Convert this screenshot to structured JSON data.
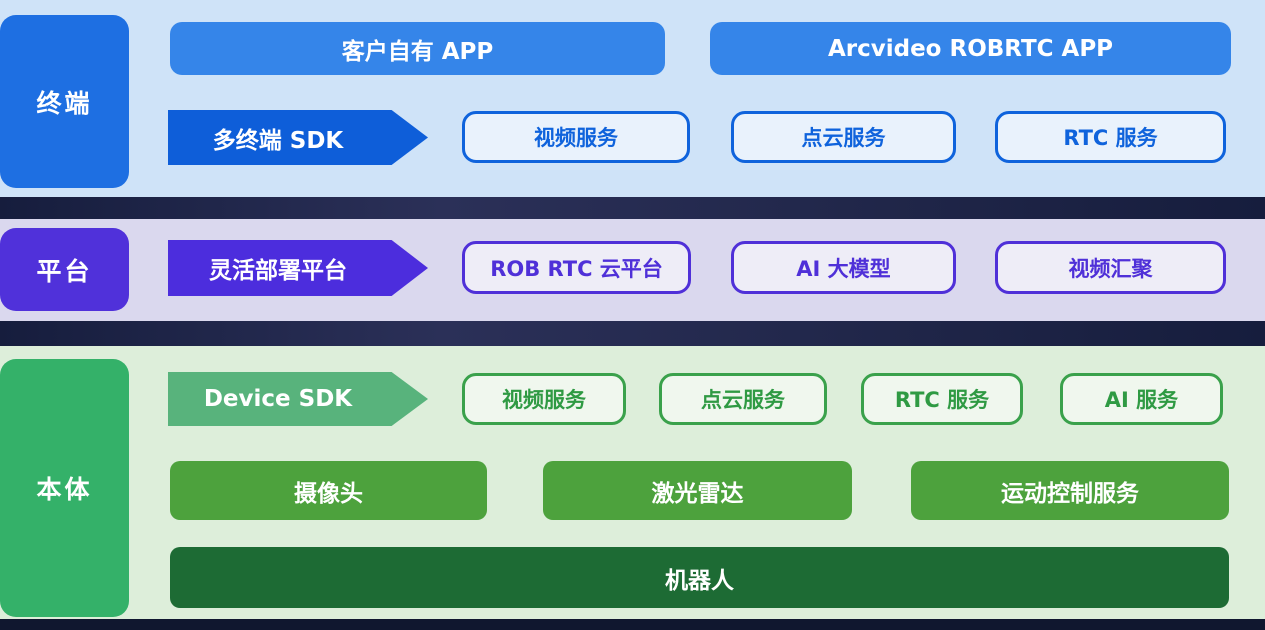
{
  "diagram": {
    "terminal": {
      "label": "终端",
      "apps": [
        "客户自有 APP",
        "Arcvideo ROBRTC APP"
      ],
      "sdk": "多终端 SDK",
      "services": [
        "视频服务",
        "点云服务",
        "RTC 服务"
      ]
    },
    "platform": {
      "label": "平台",
      "sdk": "灵活部署平台",
      "services": [
        "ROB RTC 云平台",
        "AI 大模型",
        "视频汇聚"
      ]
    },
    "device": {
      "label": "本体",
      "sdk": "Device SDK",
      "services": [
        "视频服务",
        "点云服务",
        "RTC 服务",
        "AI 服务"
      ],
      "hardware": [
        "摄像头",
        "激光雷达",
        "运动控制服务"
      ],
      "robot": "机器人"
    },
    "colors": {
      "terminal_accent": "#0f63dc",
      "terminal_label_bg": "#1e6fe2",
      "terminal_app_bg": "#3585e9",
      "terminal_band_bg": "#cfe3f8",
      "platform_accent": "#4f30d8",
      "platform_label_bg": "#5031da",
      "platform_band_bg": "#dad8ee",
      "device_accent": "#3aa14b",
      "device_label_bg": "#34b169",
      "device_sdk_bg": "#58b37c",
      "device_hardware_bg": "#4da23d",
      "device_band_bg": "#ddeeda",
      "robot_bg": "#1d6b34",
      "separator_bg": "#1c2344"
    }
  }
}
